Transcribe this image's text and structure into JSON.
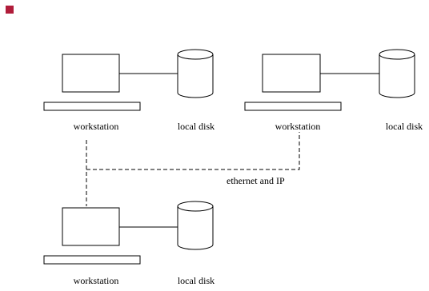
{
  "bullet_color": "#b01c3a",
  "nodes": [
    {
      "workstation_label": "workstation",
      "disk_label": "local disk"
    },
    {
      "workstation_label": "workstation",
      "disk_label": "local disk"
    },
    {
      "workstation_label": "workstation",
      "disk_label": "local disk"
    }
  ],
  "network": {
    "label": "ethernet and IP"
  }
}
